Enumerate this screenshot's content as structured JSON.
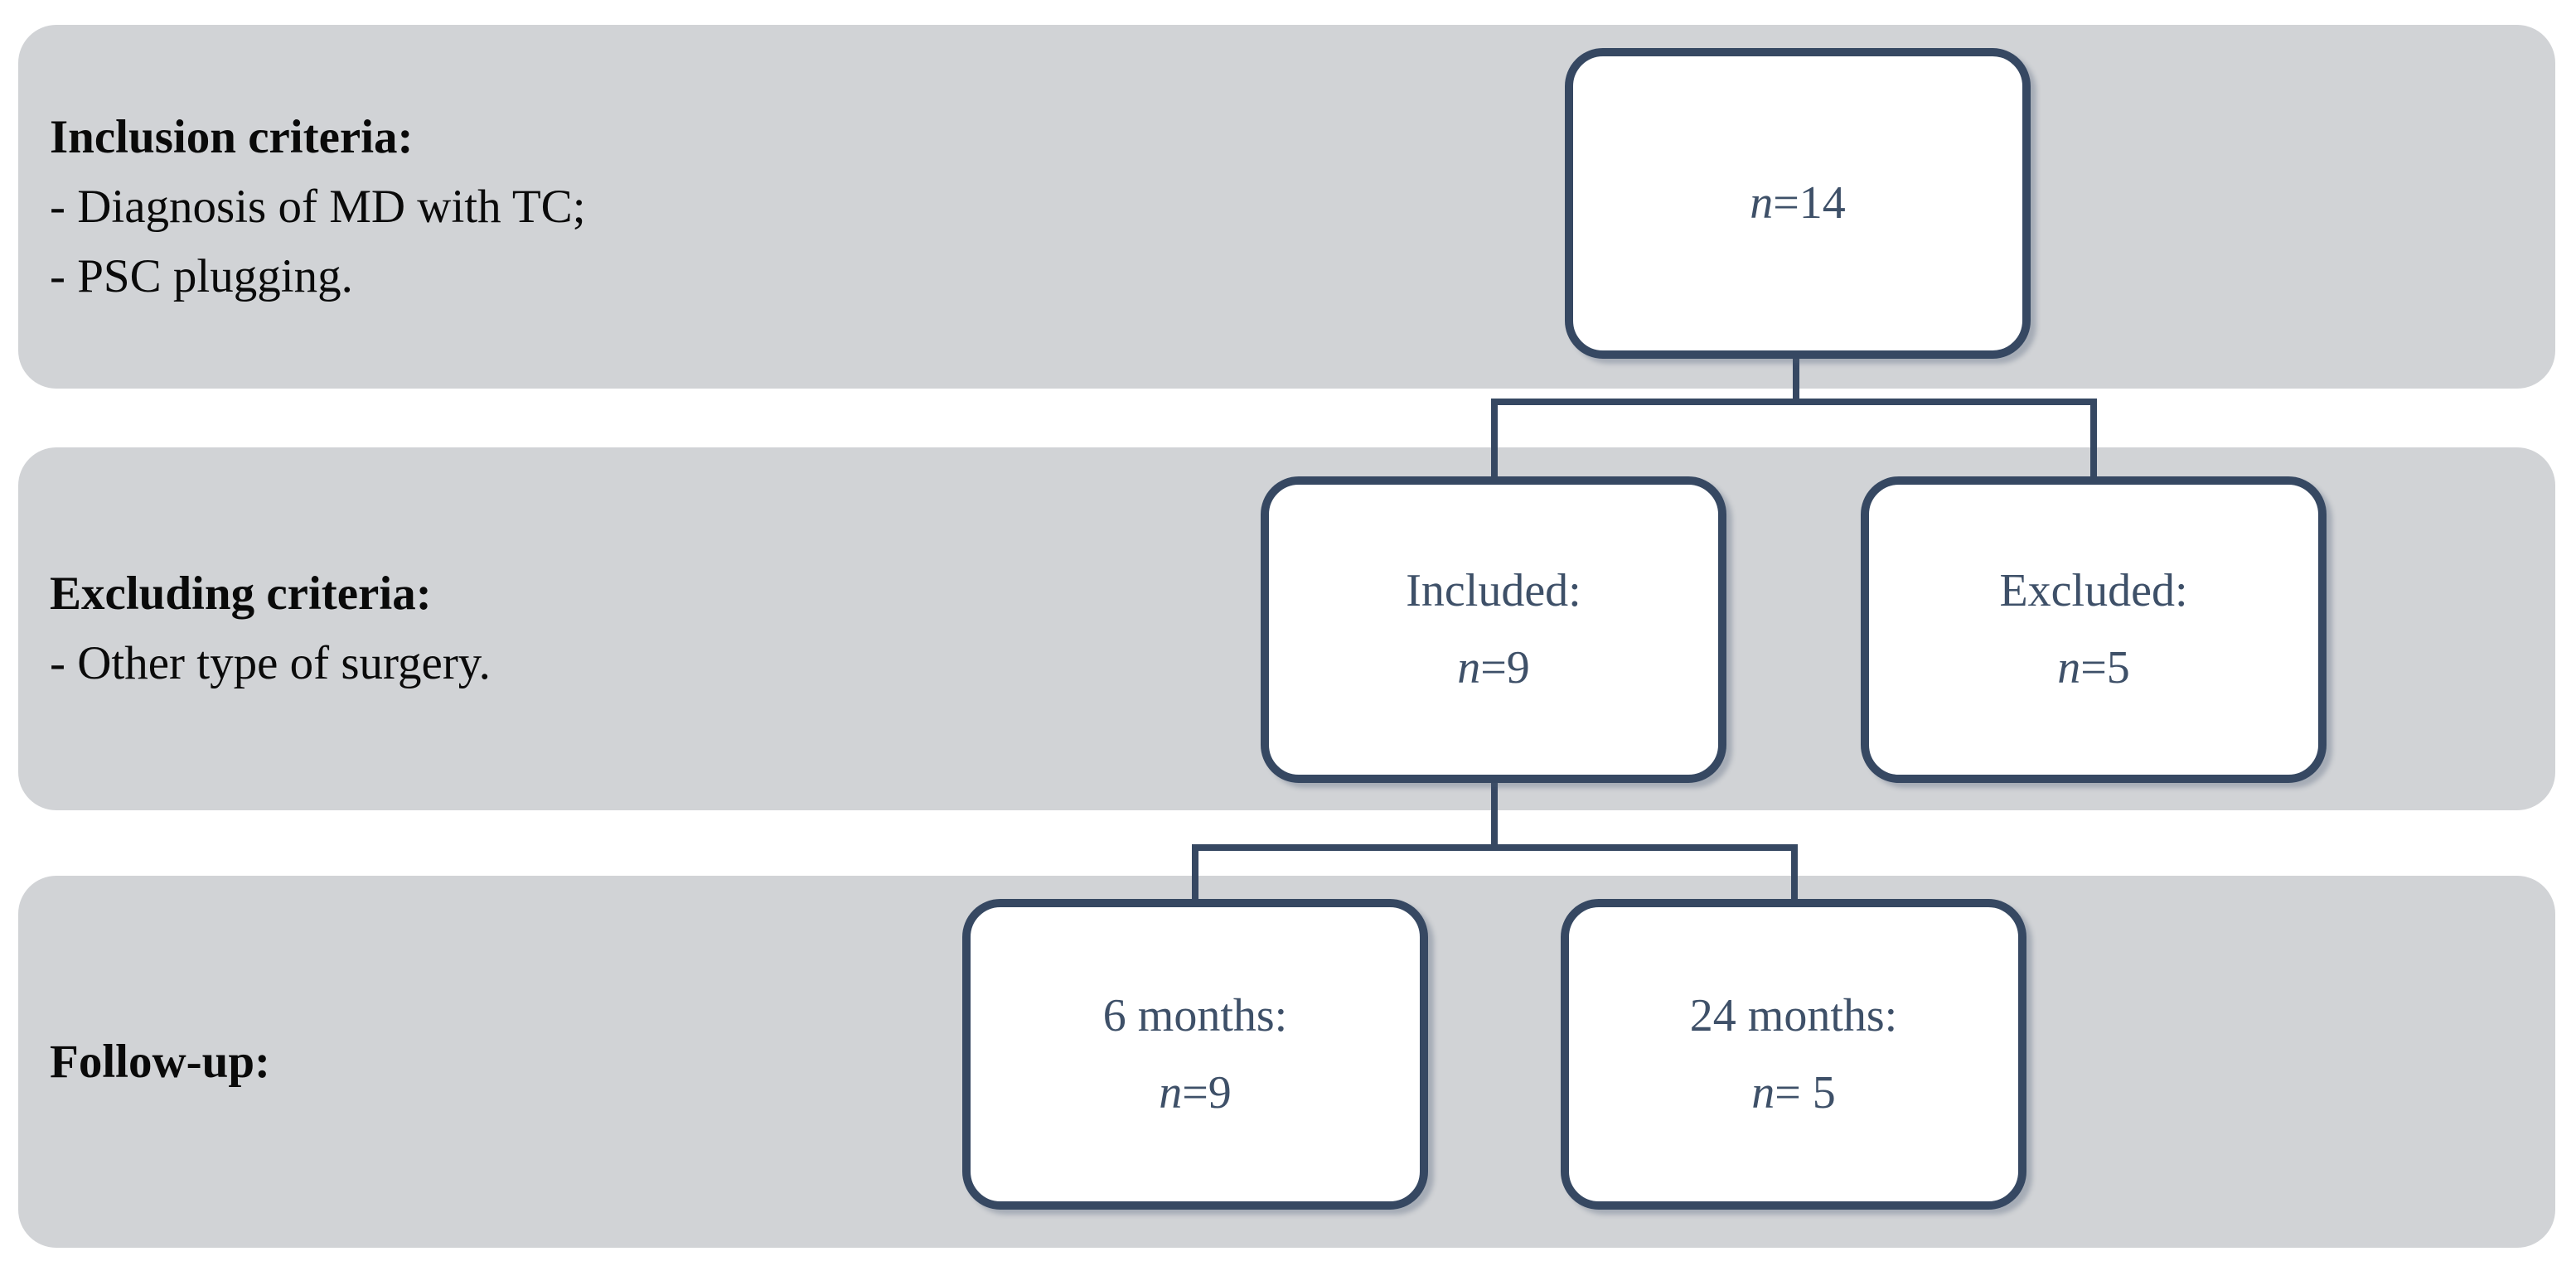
{
  "figure": {
    "type": "patient-flow-diagram"
  },
  "colors": {
    "band_bg": "#d1d3d6",
    "box_border": "#364862",
    "box_text": "#3e5068",
    "connector": "#364862",
    "label_text": "#0a0a0a",
    "page_bg": "#ffffff"
  },
  "rows": [
    {
      "heading": "Inclusion criteria:",
      "bullets": [
        "- Diagnosis of MD with TC;",
        "- PSC plugging."
      ]
    },
    {
      "heading": "Excluding criteria:",
      "bullets": [
        "- Other type of surgery."
      ]
    },
    {
      "heading": "Follow-up:",
      "bullets": []
    }
  ],
  "boxes": {
    "total": {
      "count_italic": "n",
      "count_rest": "=14"
    },
    "included": {
      "title": "Included:",
      "count_italic": "n",
      "count_rest": "=9"
    },
    "excluded": {
      "title": "Excluded:",
      "count_italic": "n",
      "count_rest": "=5"
    },
    "m6": {
      "title": "6 months:",
      "count_italic": "n",
      "count_rest": "=9"
    },
    "m24": {
      "title": "24 months:",
      "count_italic": "n",
      "count_rest": "= 5"
    }
  }
}
